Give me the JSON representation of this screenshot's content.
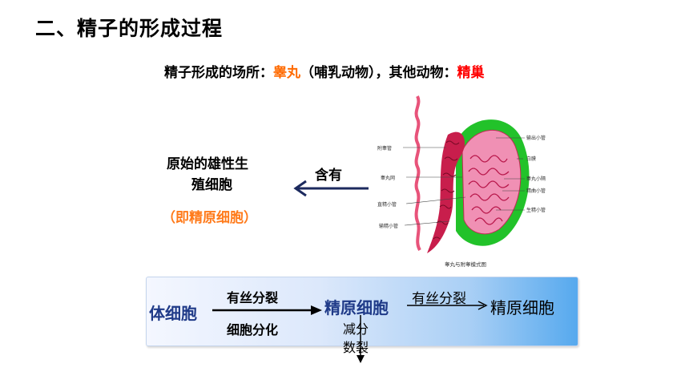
{
  "slide": {
    "title": "二、精子的形成过程",
    "subtitle": {
      "prefix": "精子形成的场所：",
      "place1": "睾丸",
      "middle": "（哺乳动物），其他动物：",
      "place2": "精巢"
    },
    "cell": {
      "line1": "原始的雄性生",
      "line2": "殖细胞",
      "note": "（即精原细胞）"
    },
    "contains_label": "含有",
    "flow": {
      "source": "体细胞",
      "process_top": "有丝分裂",
      "process_bottom": "细胞分化",
      "middle": "精原细胞",
      "process2": "有丝分裂",
      "target": "精原细胞",
      "meiosis_line1": "减分",
      "meiosis_line2": "数裂"
    }
  },
  "diagram": {
    "labels_left": [
      "附睾管",
      "睾丸网",
      "直精小管",
      "输精小管"
    ],
    "labels_right": [
      "输出小管",
      "白膜",
      "睾丸小隔",
      "精曲小管",
      "生精小管"
    ],
    "caption": "睾丸与附睾模式图"
  },
  "colors": {
    "accent_orange": "#ff6a00",
    "accent_red": "#ff0000",
    "dark_blue": "#1f3a88",
    "arrow_navy": "#1c2a5e",
    "tubule_pink": "#e8537a",
    "capsule_green": "#22c22a"
  }
}
